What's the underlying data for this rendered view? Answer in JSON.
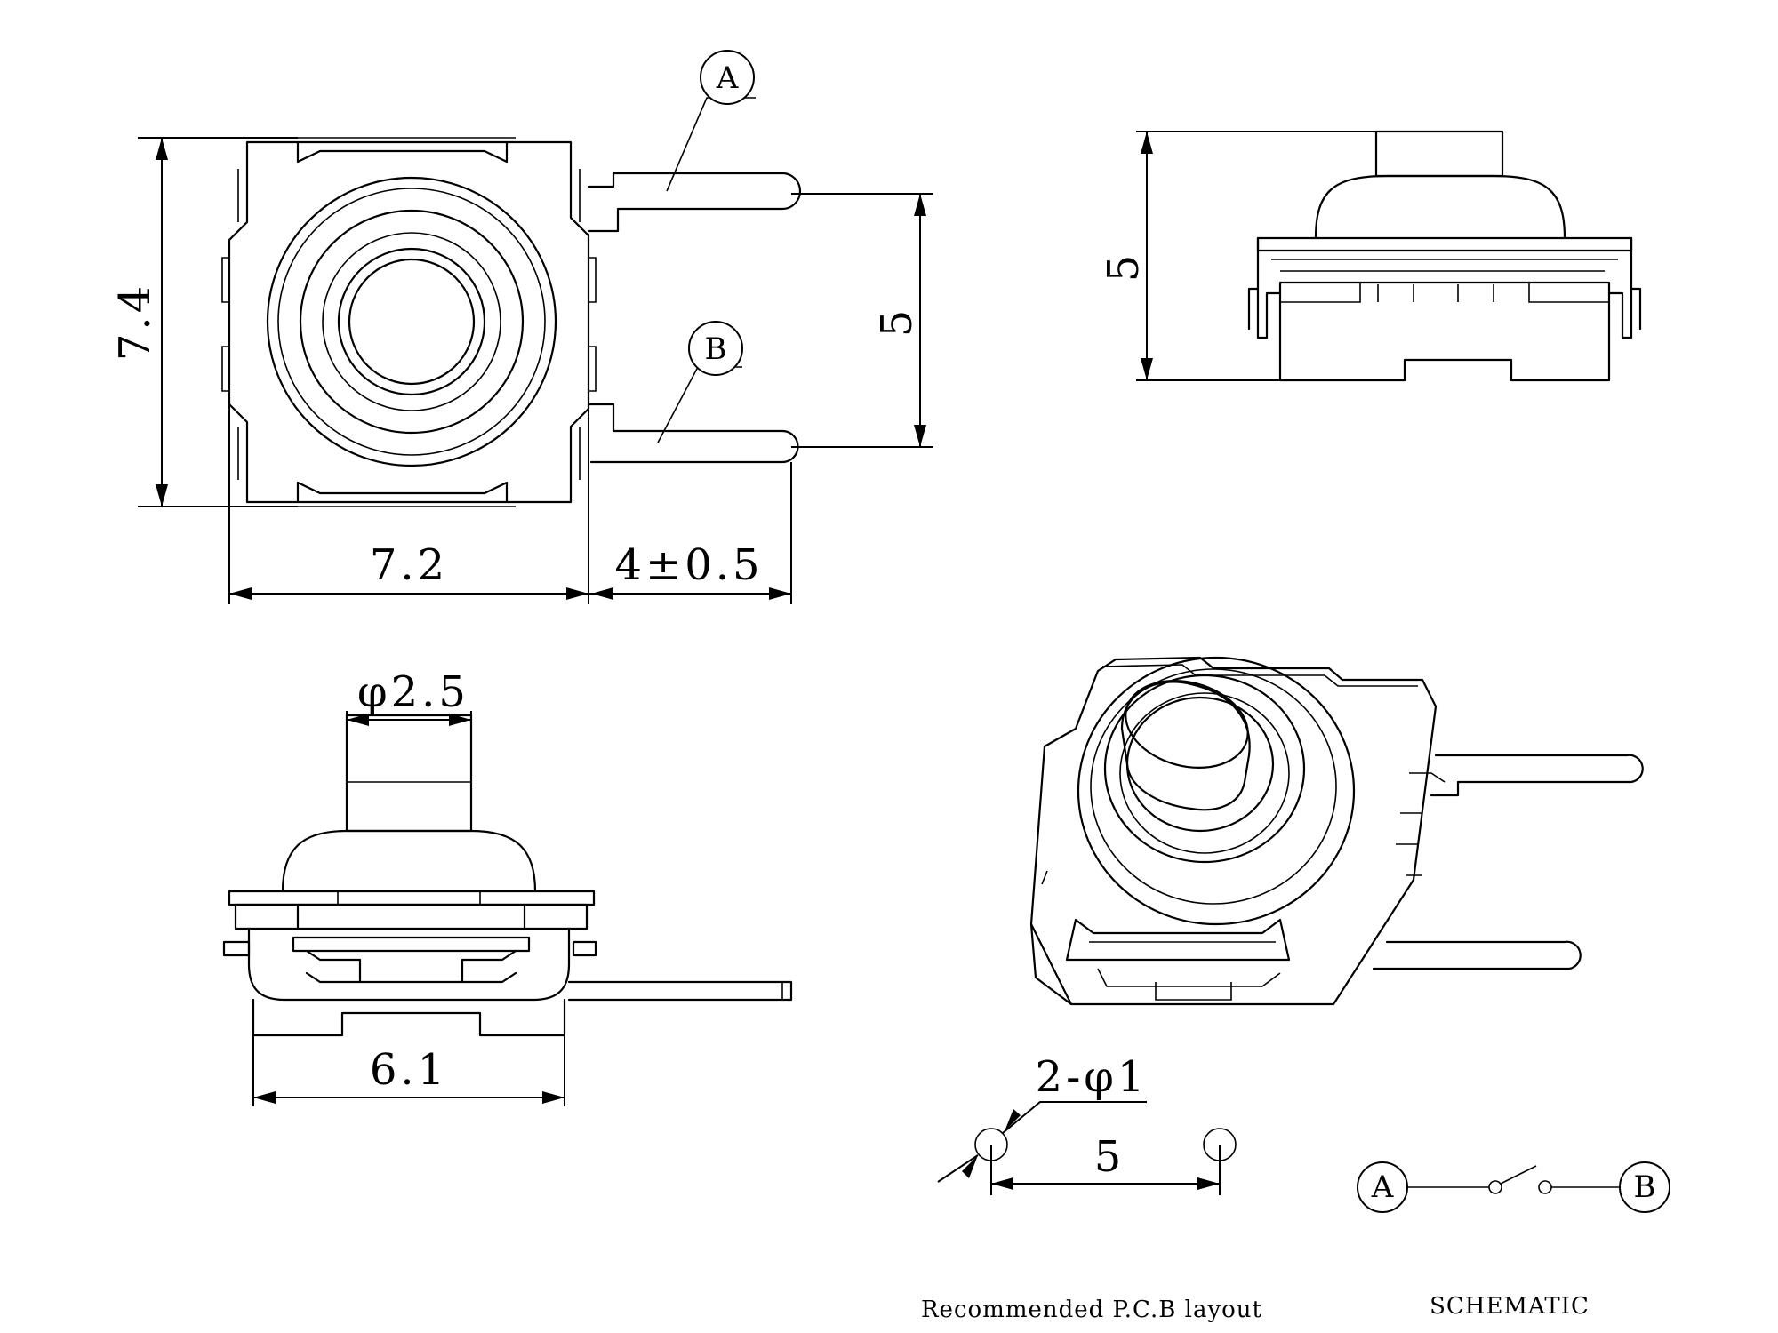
{
  "top_view": {
    "height_dim": "7.4",
    "width_dim": "7.2",
    "pin_spacing_dim": "5",
    "pin_length_dim": "4±0.5",
    "terminal_a": "A",
    "terminal_b": "B"
  },
  "side_view": {
    "height_dim": "5"
  },
  "front_view": {
    "actuator_dia_dim": "φ2.5",
    "body_width_dim": "6.1"
  },
  "pcb_layout": {
    "hole_dim": "2-φ1",
    "hole_spacing_dim": "5",
    "caption": "Recommended P.C.B layout"
  },
  "schematic": {
    "terminal_a": "A",
    "terminal_b": "B",
    "caption": "SCHEMATIC"
  }
}
